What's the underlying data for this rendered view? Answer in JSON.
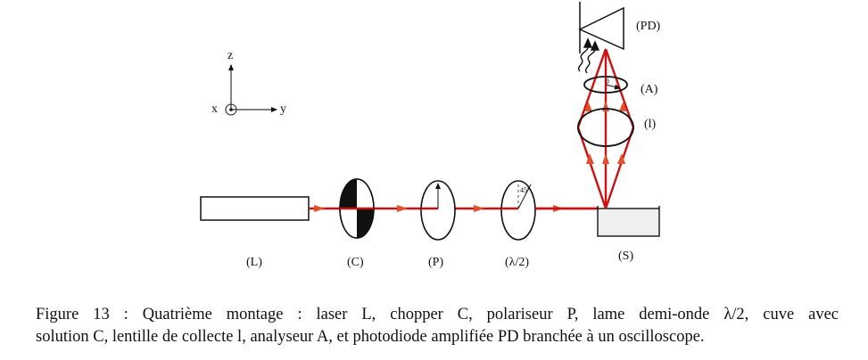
{
  "figure": {
    "axes": {
      "x": "x",
      "y": "y",
      "z": "z"
    },
    "components": {
      "laser": "(L)",
      "chopper": "(C)",
      "polarizer": "(P)",
      "half_wave_plate": "(λ/2)",
      "sample_cell": "(S)",
      "lens": "(l)",
      "analyzer": "(A)",
      "photodiode": "(PD)"
    },
    "half_wave_angle": "45°",
    "analyzer_angle": "θ",
    "colors": {
      "beam": "#d01010",
      "arrow": "#e0502a",
      "sample_fill": "#efefef"
    }
  },
  "caption": {
    "line1": "Figure 13 : Quatrième montage : laser L, chopper C, polariseur P, lame demi-onde λ/2, cuve avec",
    "line2": "solution C,  lentille de collecte l, analyseur A, et photodiode amplifiée PD branchée à un oscilloscope."
  }
}
